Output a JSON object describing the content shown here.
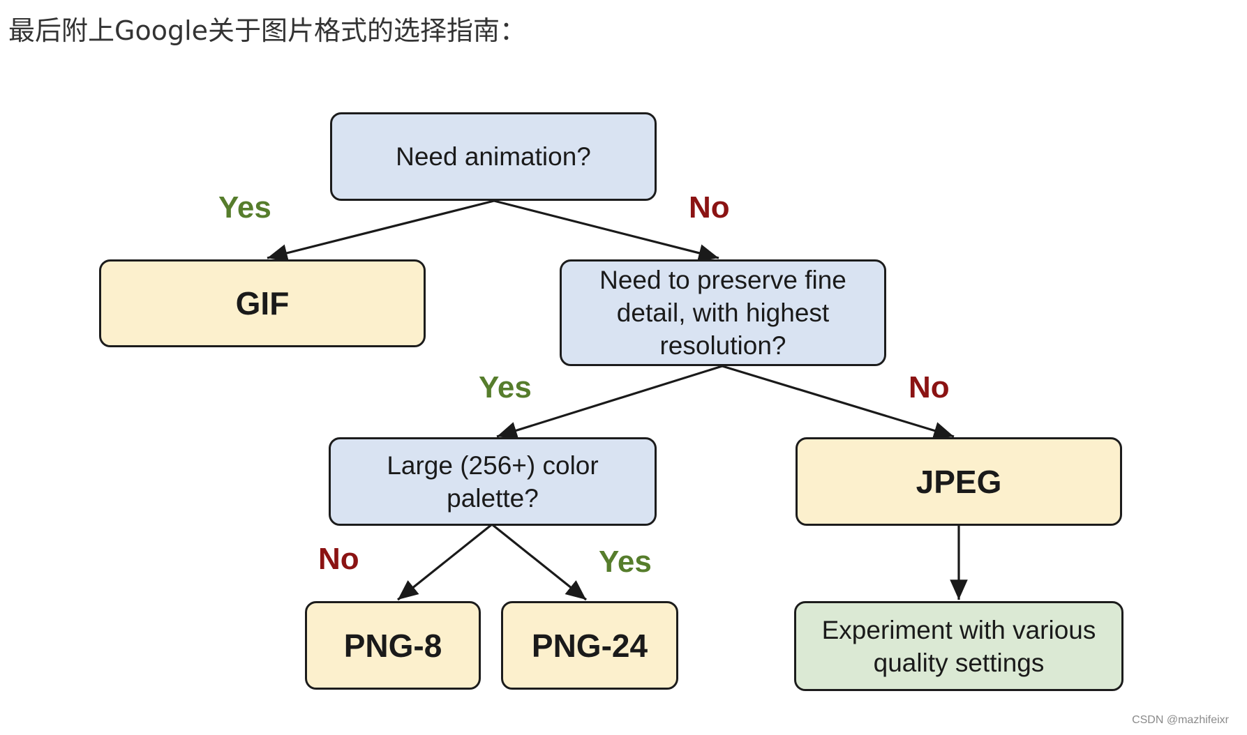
{
  "heading": "最后附上Google关于图片格式的选择指南：",
  "nodes": {
    "need_animation": "Need animation?",
    "gif": "GIF",
    "preserve_detail": "Need to preserve fine detail, with highest resolution?",
    "large_palette": "Large (256+) color palette?",
    "jpeg": "JPEG",
    "png8": "PNG-8",
    "png24": "PNG-24",
    "experiment": "Experiment with various quality settings"
  },
  "edges": {
    "animation_yes": "Yes",
    "animation_no": "No",
    "detail_yes": "Yes",
    "detail_no": "No",
    "palette_no": "No",
    "palette_yes": "Yes"
  },
  "colors": {
    "question_fill": "#d9e3f2",
    "answer_fill": "#fcf0cd",
    "experiment_fill": "#dbe9d4",
    "yes_label": "#567d2c",
    "no_label": "#8b1313"
  },
  "watermark": "CSDN @mazhifeixr"
}
